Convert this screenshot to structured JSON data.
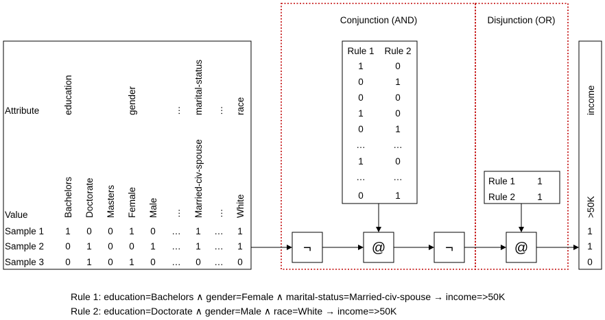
{
  "table": {
    "attribute_label": "Attribute",
    "value_label": "Value",
    "columns": [
      {
        "attribute": "education",
        "value": "Bachelors"
      },
      {
        "attribute": "",
        "value": "Doctorate"
      },
      {
        "attribute": "",
        "value": "Masters"
      },
      {
        "attribute": "gender",
        "value": "Female"
      },
      {
        "attribute": "",
        "value": "Male"
      },
      {
        "attribute": "…",
        "value": "…"
      },
      {
        "attribute": "marital-status",
        "value": "Married-civ-spouse"
      },
      {
        "attribute": "…",
        "value": "…"
      },
      {
        "attribute": "race",
        "value": "White"
      }
    ],
    "samples": [
      {
        "label": "Sample 1",
        "values": [
          "1",
          "0",
          "0",
          "1",
          "0",
          "…",
          "1",
          "…",
          "1"
        ]
      },
      {
        "label": "Sample 2",
        "values": [
          "0",
          "1",
          "0",
          "0",
          "1",
          "…",
          "1",
          "…",
          "1"
        ]
      },
      {
        "label": "Sample 3",
        "values": [
          "0",
          "1",
          "0",
          "1",
          "0",
          "…",
          "0",
          "…",
          "0"
        ]
      }
    ]
  },
  "conjunction": {
    "title": "Conjunction (AND)",
    "headers": [
      "Rule 1",
      "Rule 2"
    ],
    "rows": [
      [
        "1",
        "0"
      ],
      [
        "0",
        "1"
      ],
      [
        "0",
        "0"
      ],
      [
        "1",
        "0"
      ],
      [
        "0",
        "1"
      ],
      [
        "…",
        "…"
      ],
      [
        "1",
        "0"
      ],
      [
        "…",
        "…"
      ],
      [
        "0",
        "1"
      ]
    ]
  },
  "disjunction": {
    "title": "Disjunction (OR)",
    "rows": [
      [
        "Rule 1",
        "1"
      ],
      [
        "Rule 2",
        "1"
      ]
    ]
  },
  "operators": {
    "not1": "¬",
    "and": "@",
    "not2": "¬",
    "or": "@"
  },
  "output": {
    "attribute": "income",
    "value": ">50K",
    "samples": [
      "1",
      "1",
      "0"
    ]
  },
  "rules_text": [
    "Rule 1: education=Bachelors ∧ gender=Female ∧ marital-status=Married-civ-spouse → income=>50K",
    "Rule 2: education=Doctorate ∧ gender=Male ∧ race=White → income=>50K"
  ]
}
